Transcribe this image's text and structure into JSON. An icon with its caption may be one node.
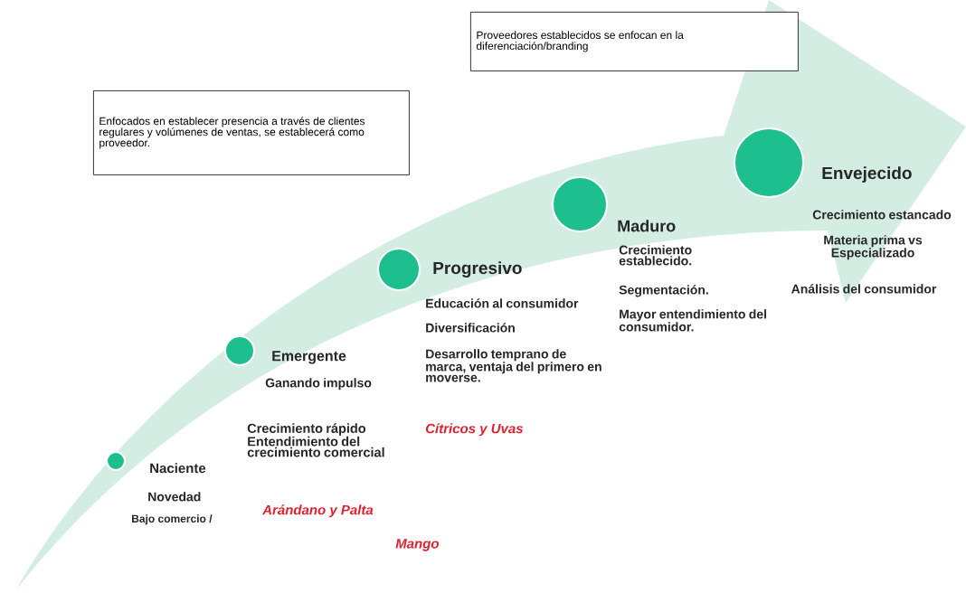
{
  "diagram": {
    "nodes": [
      {
        "text": [
          "Enfocados en establecer presencia a través de clientes regulares y volúmenes de ventas, se establecerá como proveedor."
        ]
      },
      {
        "text": [
          "Proveedores establecidos se enfocan en la diferenciación/branding"
        ]
      },
      {
        "text": [],
        "shape": "circle",
        "beside": [
          "Naciente",
          "Novedad",
          "Bajo comercio /"
        ]
      },
      {
        "text": [],
        "shape": "circle",
        "beside": [
          "Emergente",
          "Ganando impulso",
          "Crecimiento rápido Entendimiento del crecimiento comercial"
        ]
      },
      {
        "text": [],
        "shape": "circle",
        "beside": [
          "Progresivo",
          "Educación al consumidor",
          "Diversificación",
          "Desarrollo temprano de marca, ventaja del primero en moverse."
        ]
      },
      {
        "text": [],
        "shape": "circle",
        "beside": [
          "Maduro",
          "Crecimiento establecido.",
          "Segmentación.",
          "Mayor entendimiento del consumidor."
        ]
      },
      {
        "text": [],
        "shape": "circle",
        "beside": [
          "Envejecido",
          "Crecimiento estancado",
          "Materia prima vs Especializado",
          "Análisis del consumidor"
        ]
      }
    ],
    "labels": [
      "Cítricos y Uvas",
      "Arándano y Palta",
      "Mango"
    ]
  }
}
